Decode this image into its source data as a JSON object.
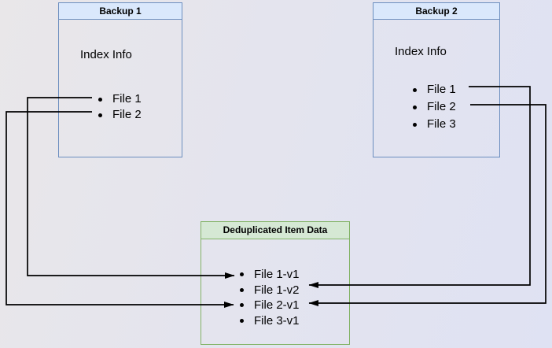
{
  "backup1": {
    "title": "Backup 1",
    "subtitle": "Index Info",
    "items": [
      "File 1",
      "File 2"
    ]
  },
  "backup2": {
    "title": "Backup 2",
    "subtitle": "Index Info",
    "items": [
      "File 1",
      "File 2",
      "File 3"
    ]
  },
  "dedup": {
    "title": "Deduplicated Item Data",
    "items": [
      "File 1-v1",
      "File 1-v2",
      "File 2-v1",
      "File 3-v1"
    ]
  },
  "connections": [
    {
      "from": "Backup 1 / File 1",
      "to": "Deduplicated Item Data / File 1-v1"
    },
    {
      "from": "Backup 1 / File 2",
      "to": "Deduplicated Item Data / File 2-v1"
    },
    {
      "from": "Backup 2 / File 1",
      "to": "Deduplicated Item Data / File 1-v2"
    },
    {
      "from": "Backup 2 / File 2",
      "to": "Deduplicated Item Data / File 2-v1"
    }
  ],
  "colors": {
    "blue_fill": "#dae8fc",
    "blue_stroke": "#6c8ebf",
    "green_fill": "#d5e8d4",
    "green_stroke": "#82b366",
    "line_color": "#000000"
  }
}
